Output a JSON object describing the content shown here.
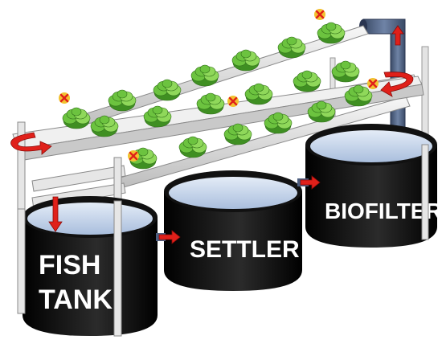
{
  "labels": {
    "fish_tank_line1": "FISH",
    "fish_tank_line2": "TANK",
    "settler": "SETTLER",
    "biofilter": "BIOFILTER"
  },
  "colors": {
    "tank_body": "#111111",
    "water": "#bfcfe6",
    "pipe": "#4d5f80",
    "frame": "#d9d9d9",
    "trough": "#e8e8e8",
    "flow_arrow": "#e0201a",
    "marker_fill": "#f2c230",
    "marker_x": "#e0201a",
    "lettuce": "#5fb53a"
  },
  "icons": [
    "flow-arrow-icon",
    "lettuce-plant-icon",
    "x-marker-icon"
  ]
}
